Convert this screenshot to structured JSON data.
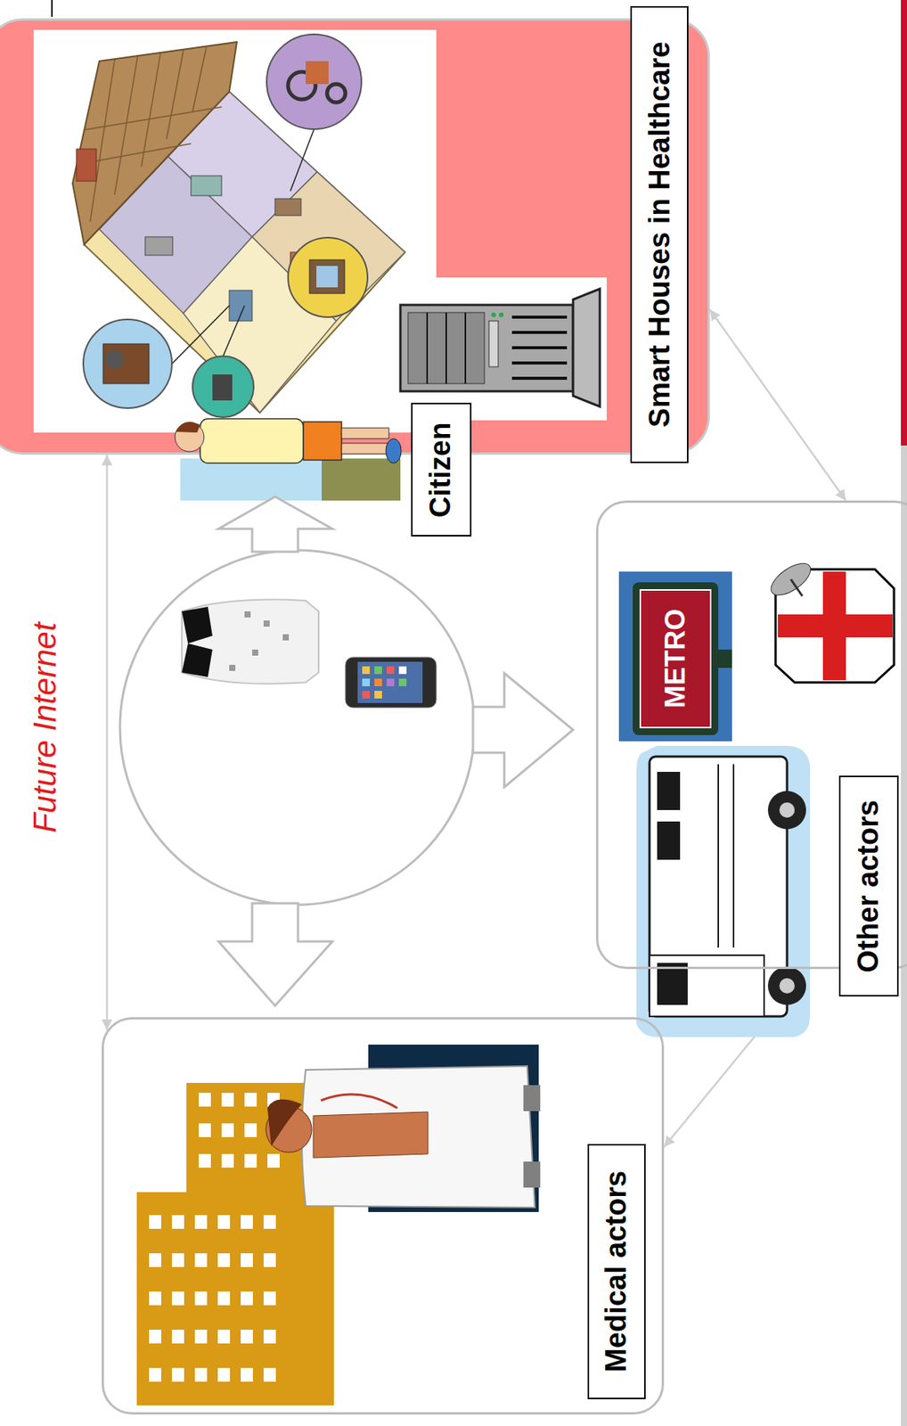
{
  "diagram": {
    "nodes": [
      {
        "text": [
          "Smart Houses in Healthcare"
        ]
      },
      {
        "text": [
          "Citizen"
        ]
      },
      {
        "text": [
          "Medical actors"
        ]
      },
      {
        "text": [
          "Other actors"
        ]
      }
    ],
    "edges": [
      {
        "from": 0,
        "to": 2,
        "arrow": "both"
      },
      {
        "from": 2,
        "to": 3,
        "arrow": "both"
      },
      {
        "from": 3,
        "to": 0,
        "arrow": "both"
      }
    ],
    "labels": [
      "Future Internet",
      "METRO"
    ]
  }
}
